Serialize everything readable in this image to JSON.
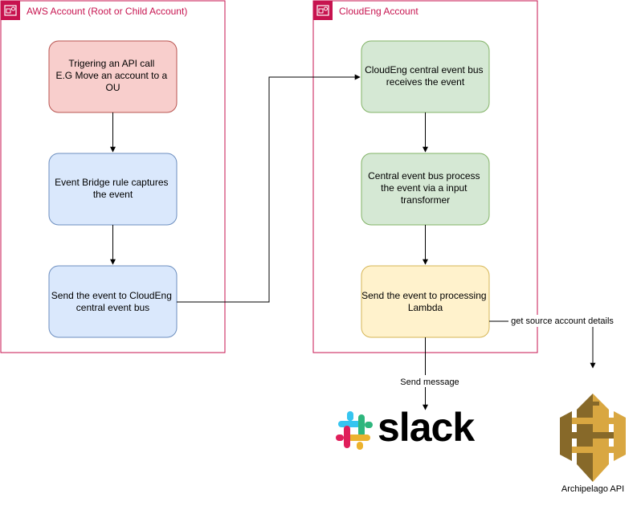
{
  "groups": {
    "aws_account": {
      "label": "AWS Account (Root or Child Account)"
    },
    "cloudeng_account": {
      "label": "CloudEng Account"
    }
  },
  "nodes": {
    "trigger": {
      "line1": "Trigering an API call",
      "line2": "E.G Move an account to a",
      "line3": "OU",
      "fill": "#f8cecc",
      "stroke": "#b85450"
    },
    "rule": {
      "line1": "Event Bridge rule captures",
      "line2": "the event",
      "fill": "#dae8fc",
      "stroke": "#6c8ebf"
    },
    "send_bus": {
      "line1": "Send the event to CloudEng",
      "line2": "central event bus",
      "fill": "#dae8fc",
      "stroke": "#6c8ebf"
    },
    "bus_receives": {
      "line1": "CloudEng central event bus",
      "line2": "receives the event",
      "fill": "#d5e8d4",
      "stroke": "#82b366"
    },
    "bus_process": {
      "line1": "Central event bus process",
      "line2": "the event via a input",
      "line3": "transformer",
      "fill": "#d5e8d4",
      "stroke": "#82b366"
    },
    "send_lambda": {
      "line1": "Send the event to processing",
      "line2": "Lambda",
      "fill": "#fff2cc",
      "stroke": "#d6b656"
    }
  },
  "edges": {
    "send_message": "Send message",
    "get_source": "get source account details"
  },
  "logos": {
    "slack": {
      "icon": "slack-logo-icon",
      "word": "slack"
    },
    "api": {
      "icon": "api-gateway-icon",
      "caption": "Archipelago API"
    }
  },
  "colors": {
    "group_border": "#c7134f",
    "api_gold": "#d9a741",
    "api_dark": "#876929"
  }
}
